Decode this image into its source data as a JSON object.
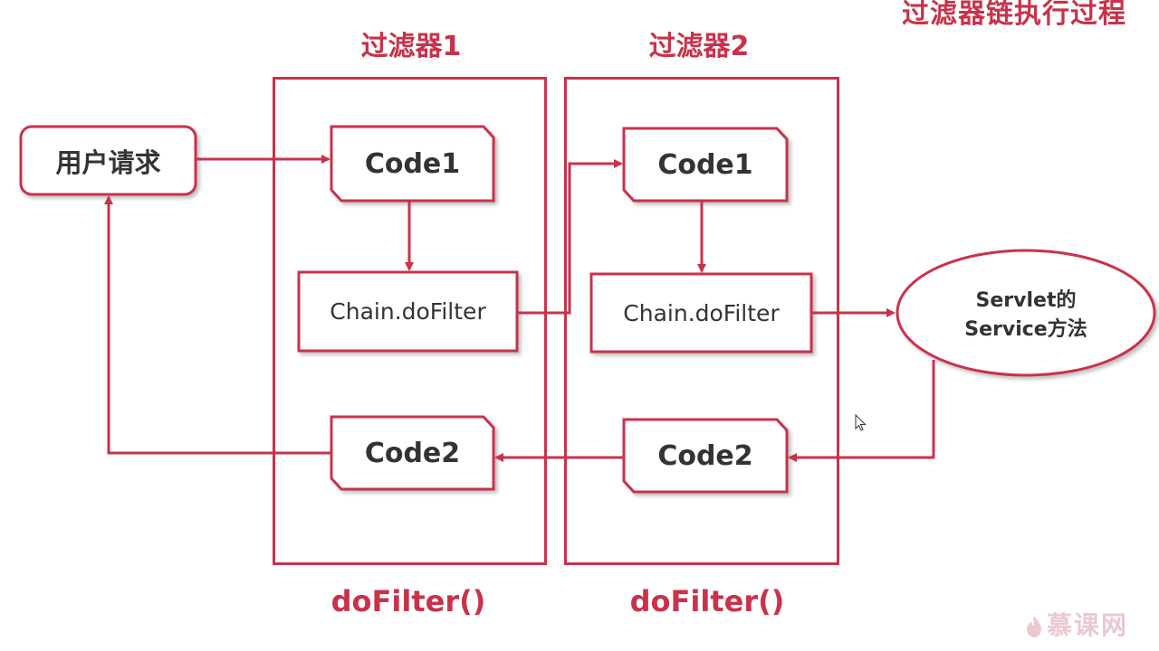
{
  "page_title": "过滤器链执行过程",
  "filters": [
    {
      "title": "过滤器1",
      "function_label": "doFilter()",
      "code1": "Code1",
      "chain": "Chain.doFilter",
      "code2": "Code2"
    },
    {
      "title": "过滤器2",
      "function_label": "doFilter()",
      "code1": "Code1",
      "chain": "Chain.doFilter",
      "code2": "Code2"
    }
  ],
  "user_request": "用户请求",
  "servlet": {
    "line1": "Servlet的",
    "line2": "Service方法"
  },
  "watermark": "慕课网",
  "colors": {
    "accent": "#c8324b",
    "node_border": "#c8324b",
    "text": "#333333"
  }
}
